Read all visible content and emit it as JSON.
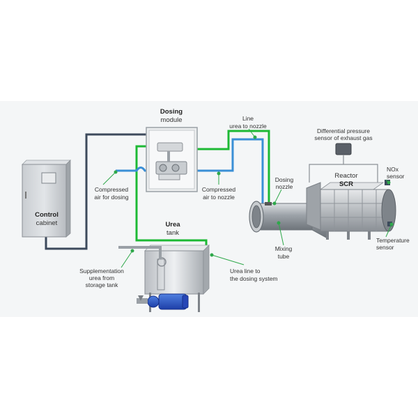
{
  "colors": {
    "background_band": "#f4f6f7",
    "control_line": "#3d4a5c",
    "urea_line": "#1db934",
    "air_line": "#3a8fd6",
    "leader": "#2ea84a"
  },
  "labels": {
    "dosing_module_title": "Dosing",
    "dosing_module_sub": "module",
    "line_urea_1": "Line",
    "line_urea_2": "urea to nozzle",
    "diff_pressure_1": "Differential pressure",
    "diff_pressure_2": "sensor of exhaust gas",
    "reactor_1": "Reactor",
    "reactor_2": "SCR",
    "nox_1": "NOx",
    "nox_2": "sensor",
    "dosing_nozzle_1": "Dosing",
    "dosing_nozzle_2": "nozzle",
    "compressed_dosing_1": "Compressed",
    "compressed_dosing_2": "air for dosing",
    "compressed_nozzle_1": "Compressed",
    "compressed_nozzle_2": "air to nozzle",
    "control_cabinet_1": "Control",
    "control_cabinet_2": "cabinet",
    "urea_tank_1": "Urea",
    "urea_tank_2": "tank",
    "mixing_tube_1": "Mixing",
    "mixing_tube_2": "tube",
    "temperature_1": "Temperature",
    "temperature_2": "sensor",
    "supplementation_1": "Supplementation",
    "supplementation_2": "urea from",
    "supplementation_3": "storage tank",
    "urea_line_dosing_1": "Urea line to",
    "urea_line_dosing_2": "the dosing system"
  }
}
